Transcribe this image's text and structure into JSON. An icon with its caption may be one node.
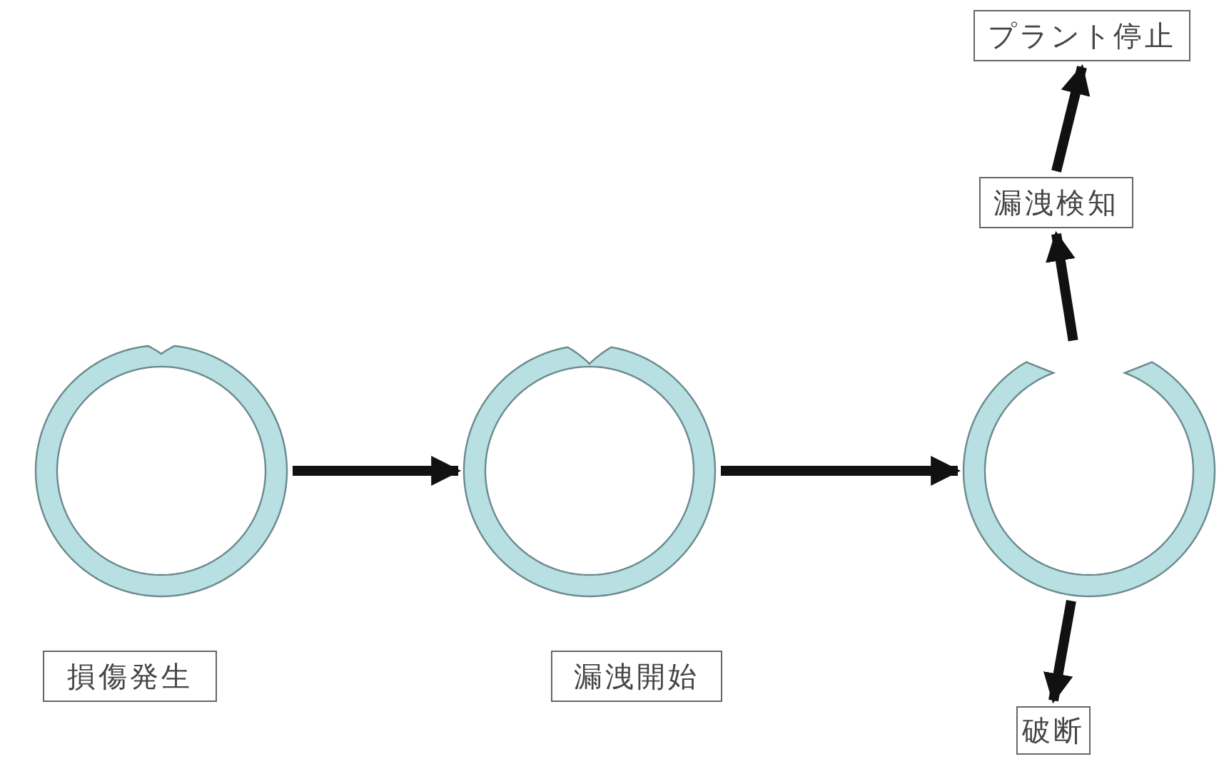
{
  "diagram": {
    "nodes": [
      {
        "text": [],
        "shape": "circle"
      },
      {
        "text": [
          "損傷発生"
        ]
      },
      {
        "text": [],
        "shape": "circle"
      },
      {
        "text": [
          "漏洩開始"
        ]
      },
      {
        "text": [
          "プラント停止"
        ]
      },
      {
        "text": [
          "漏洩検知"
        ]
      },
      {
        "text": [],
        "shape": "circle"
      },
      {
        "text": [
          "破断"
        ]
      }
    ],
    "edges": [
      {
        "from": 0,
        "to": 2,
        "arrow": "to"
      },
      {
        "from": 2,
        "to": 6,
        "arrow": "to"
      },
      {
        "from": 6,
        "to": 5,
        "arrow": "to"
      },
      {
        "from": 5,
        "to": 4,
        "arrow": "to"
      },
      {
        "from": 6,
        "to": 7,
        "arrow": "to"
      }
    ]
  }
}
